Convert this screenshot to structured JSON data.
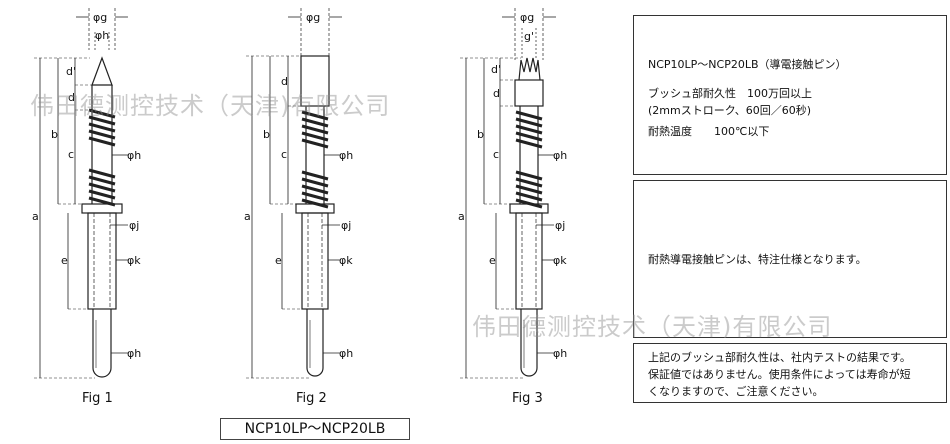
{
  "figures": [
    {
      "caption": "Fig 1",
      "labels": {
        "g": "φg",
        "h_top": "φh",
        "d_prime": "d'",
        "d": "d",
        "b": "b",
        "a": "a",
        "c": "c",
        "h_mid": "φh",
        "j": "φj",
        "e": "e",
        "k": "φk",
        "h_bot": "φh"
      }
    },
    {
      "caption": "Fig 2",
      "labels": {
        "g": "φg",
        "d": "d",
        "b": "b",
        "a": "a",
        "c": "c",
        "h_mid": "φh",
        "j": "φj",
        "e": "e",
        "k": "φk",
        "h_bot": "φh"
      }
    },
    {
      "caption": "Fig 3",
      "labels": {
        "g": "φg",
        "g_prime": "g'",
        "d_prime": "d'",
        "d": "d",
        "b": "b",
        "a": "a",
        "c": "c",
        "h_mid": "φh",
        "j": "φj",
        "e": "e",
        "k": "φk",
        "h_bot": "φh"
      }
    }
  ],
  "model_label": "NCP10LP～NCP20LB",
  "spec_panel": {
    "title": "NCP10LP～NCP20LB（導電接触ピン）",
    "durability_line": "ブッシュ部耐久性　100万回以上",
    "durability_note": "(2mmストローク、60回／60秒)",
    "heat_line": "耐熱温度　　100℃以下"
  },
  "special_panel": {
    "text": "耐熱導電接触ピンは、特注仕様となります。"
  },
  "note_panel": {
    "lines": [
      "上記のブッシュ部耐久性は、社内テストの結果です。",
      "保証値ではありません。使用条件によっては寿命が短",
      "くなりますので、ご注意ください。"
    ]
  },
  "watermark": "伟田德测控技术（天津)有限公司",
  "colors": {
    "line": "#222222",
    "panel_border": "#333333",
    "watermark": "#8c8c8c"
  }
}
